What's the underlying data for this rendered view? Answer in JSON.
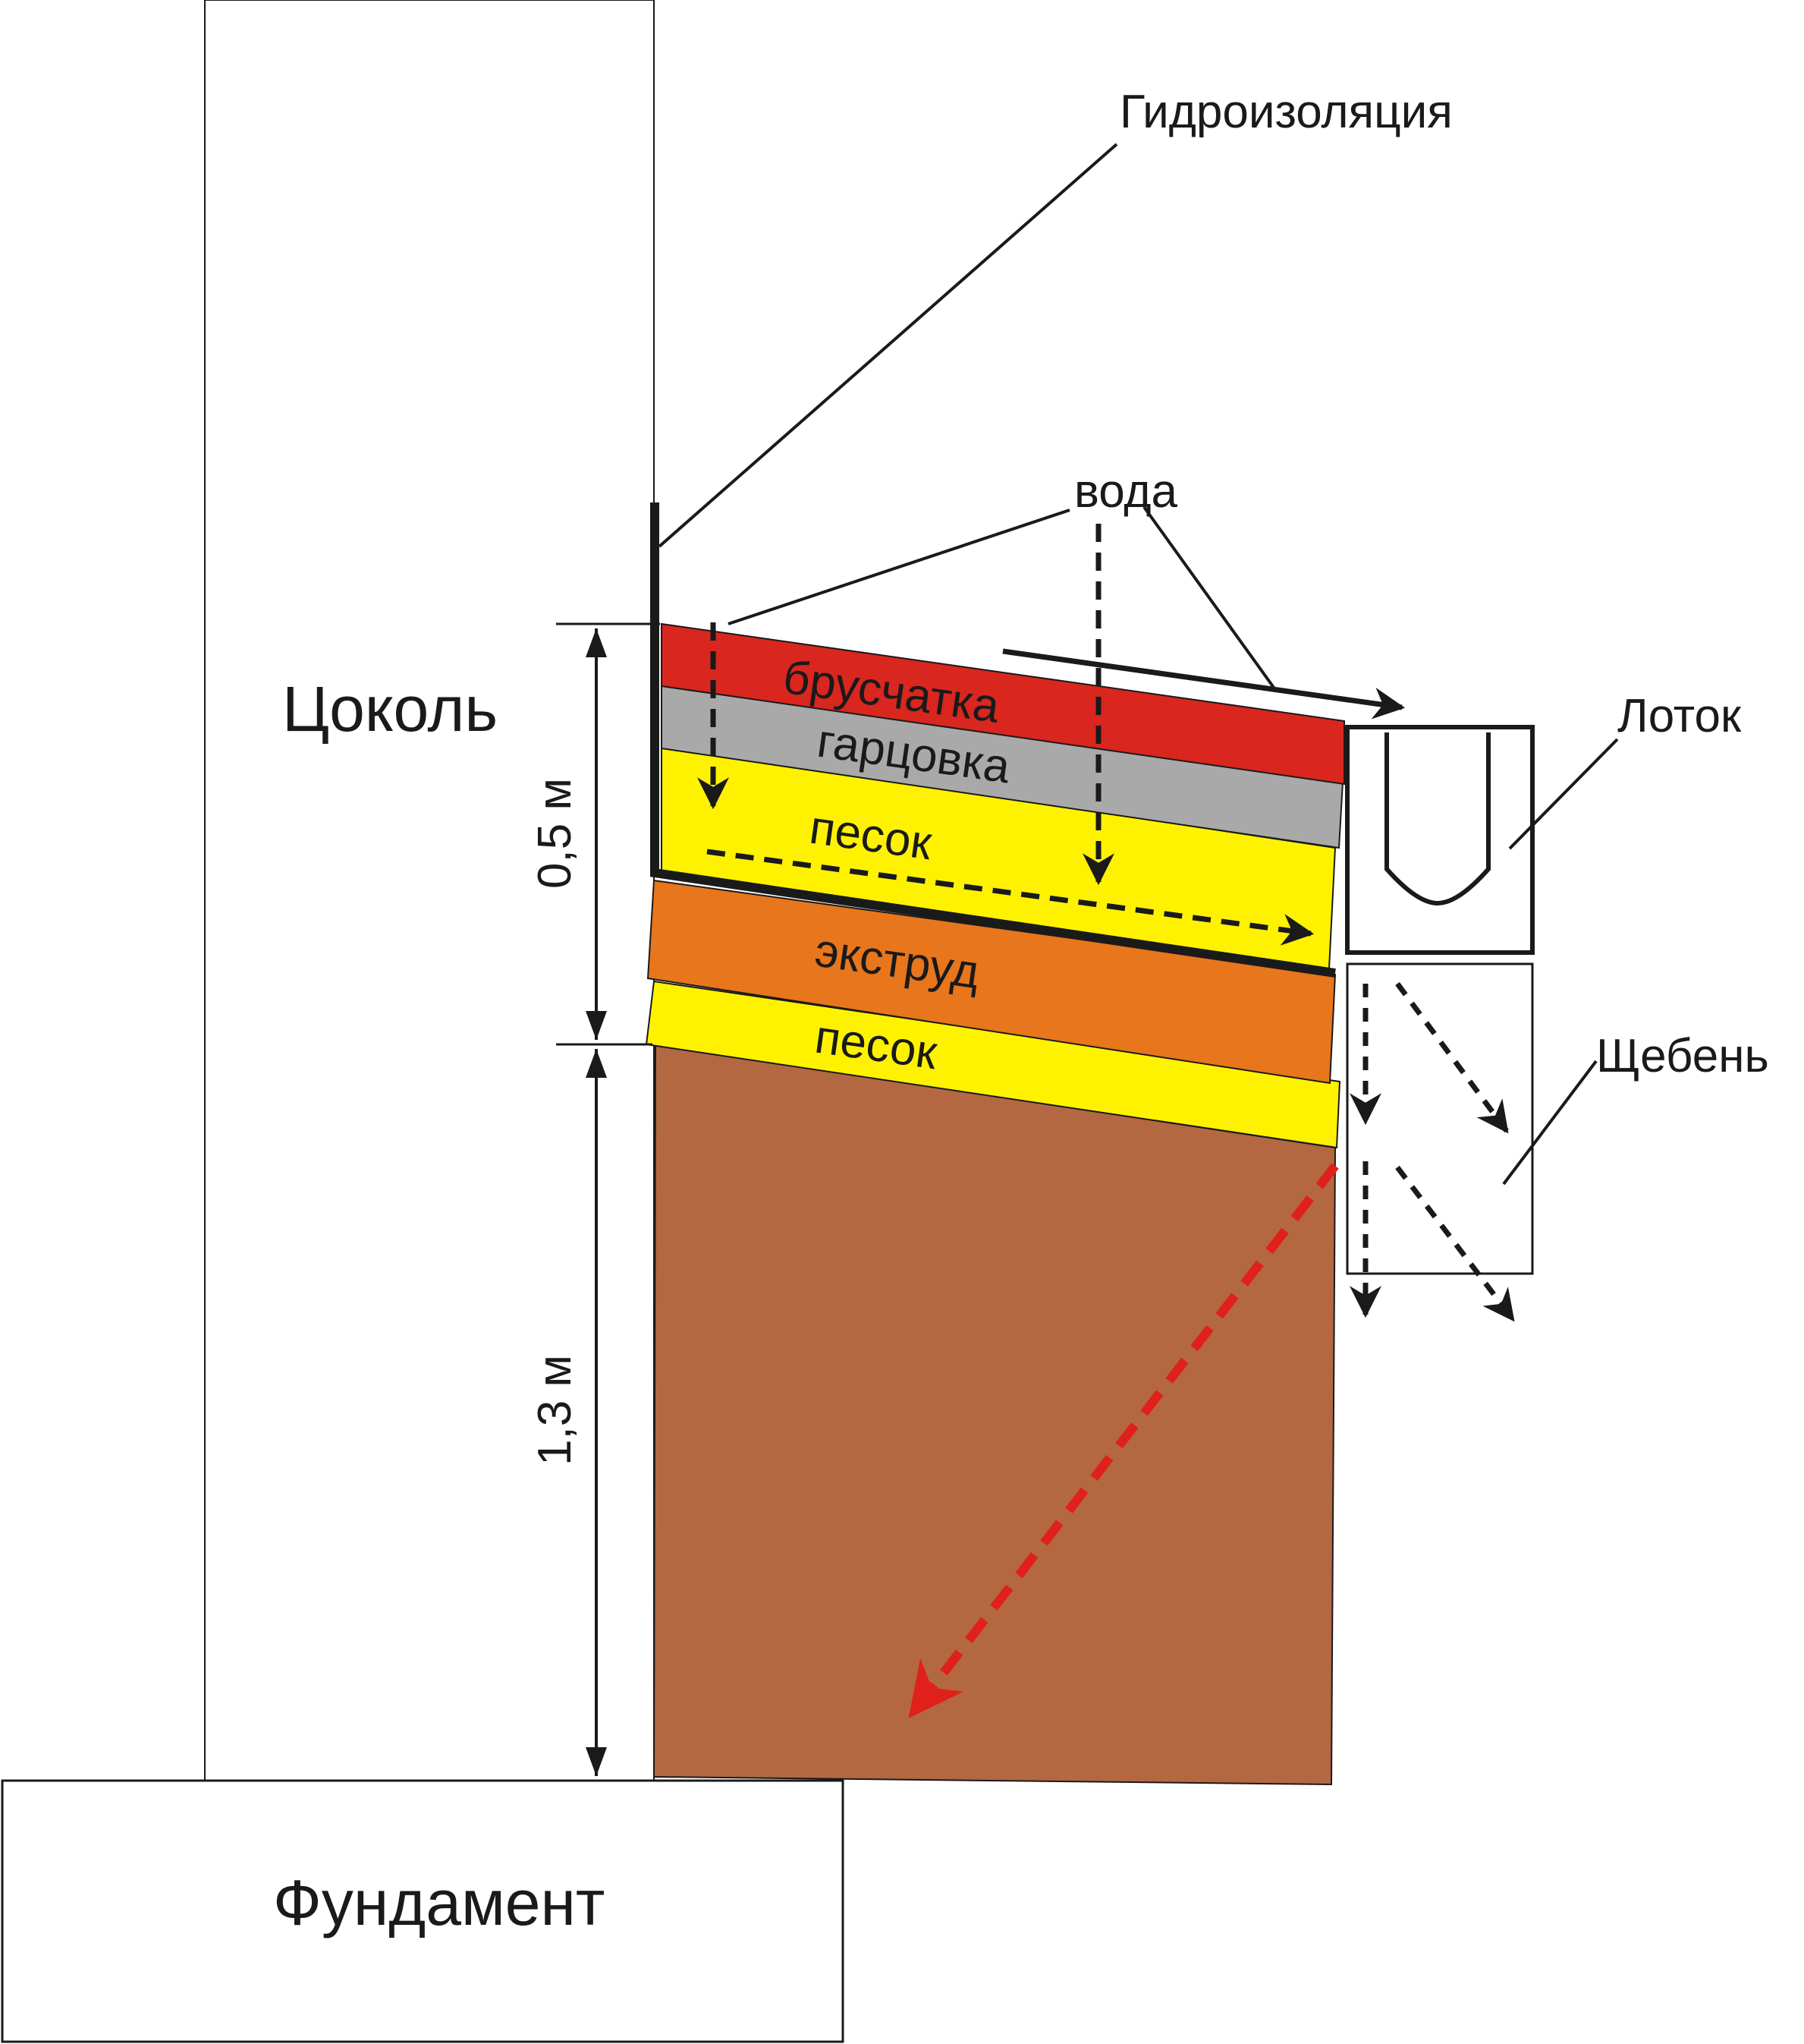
{
  "labels": {
    "waterproofing": "Гидроизоляция",
    "water": "вода",
    "plinth": "Цоколь",
    "tray": "Лоток",
    "gravel": "Щебень",
    "foundation": "Фундамент",
    "dim_top": "0,5 м",
    "dim_bottom": "1,3 м"
  },
  "layers": {
    "paving": "брусчатка",
    "mix": "гарцовка",
    "sand_top": "песок",
    "extrusion": "экструд",
    "sand_bottom": "песок"
  },
  "colors": {
    "paving": "#d9261f",
    "mix": "#a9a9a9",
    "sand": "#fff200",
    "extrusion": "#e8761c",
    "soil": "#b36842",
    "outline": "#1a1a1a",
    "drain_arrow": "#e0201a"
  }
}
